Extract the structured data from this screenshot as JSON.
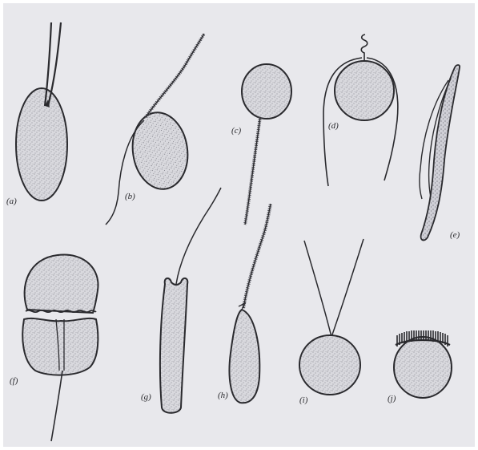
{
  "figure": {
    "labels": {
      "a": "(a)",
      "b": "(b)",
      "c": "(c)",
      "d": "(d)",
      "e": "(e)",
      "f": "(f)",
      "g": "(g)",
      "h": "(h)",
      "i": "(i)",
      "j": "(j)"
    }
  },
  "colors": {
    "paper": "#e8e8ec",
    "ink": "#2a2a2e",
    "stipple": "#6f6f78"
  }
}
